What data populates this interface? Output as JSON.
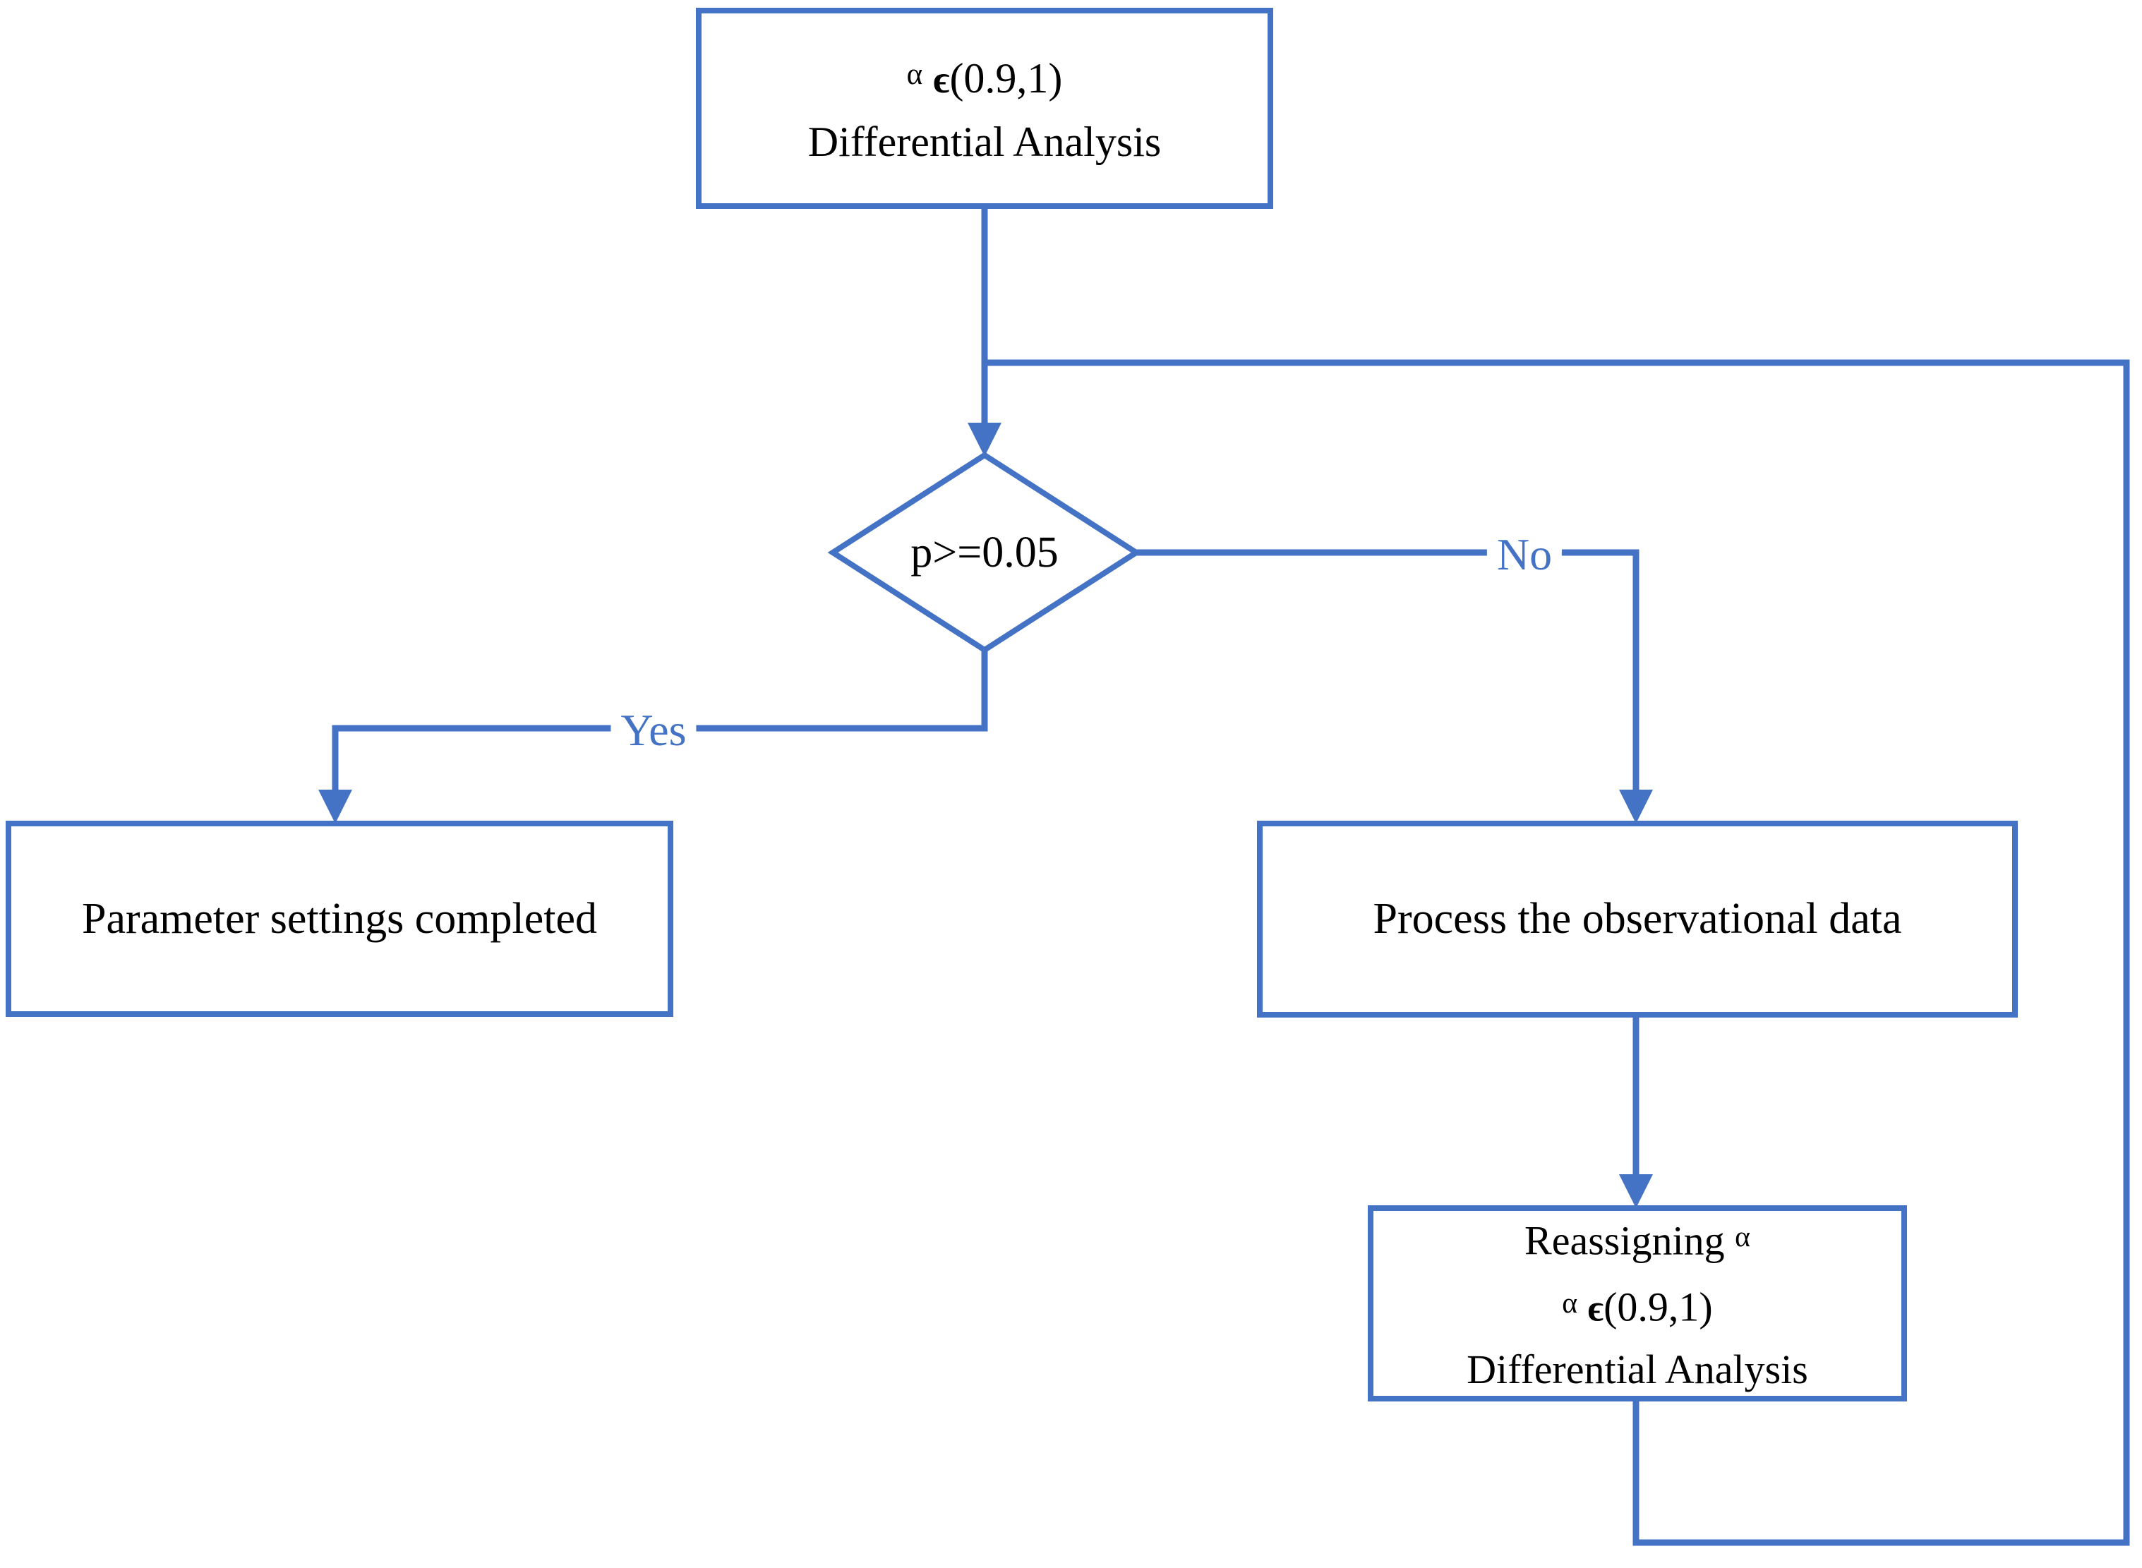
{
  "diagram": {
    "type": "flowchart",
    "colors": {
      "accent": "#4472C4",
      "text": "#000000",
      "background": "#FFFFFF"
    },
    "nodes": {
      "start": {
        "alpha": "α",
        "epsilon": "ϵ",
        "range": "(0.9,1)",
        "line2": "Differential Analysis"
      },
      "decision": {
        "label": "p>=0.05"
      },
      "parameter_done": {
        "label": "Parameter settings completed"
      },
      "process_data": {
        "label": "Process the observational data"
      },
      "reassign": {
        "line1_text": "Reassigning",
        "line1_alpha": "α",
        "alpha": "α",
        "epsilon": "ϵ",
        "range": "(0.9,1)",
        "line3": "Differential Analysis"
      }
    },
    "edges": {
      "yes_label": "Yes",
      "no_label": "No"
    }
  }
}
